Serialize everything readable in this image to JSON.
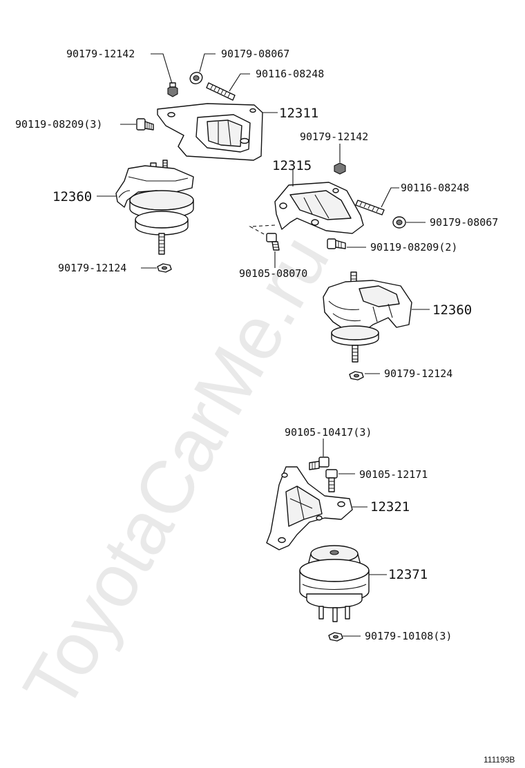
{
  "watermark": "ToyotaCarMe.ru",
  "diagram_code": "111193B",
  "callouts": {
    "nut_top_a": "90179-12142",
    "nut_top_b": "90179-08067",
    "stud_top": "90116-08248",
    "bracket_left": "12311",
    "bolt_left": "90119-08209(3)",
    "insulator_left": "12360",
    "nut_bottom_left": "90179-12124",
    "nut_right_a": "90179-12142",
    "bracket_right": "12315",
    "stud_right": "90116-08248",
    "nut_right_b": "90179-08067",
    "bolt_right": "90119-08209(2)",
    "bolt_small": "90105-08070",
    "insulator_right": "12360",
    "nut_bottom_right": "90179-12124",
    "bolt_rear_a": "90105-10417(3)",
    "bolt_rear_b": "90105-12171",
    "bracket_rear": "12321",
    "insulator_rear": "12371",
    "nut_rear": "90179-10108(3)"
  }
}
